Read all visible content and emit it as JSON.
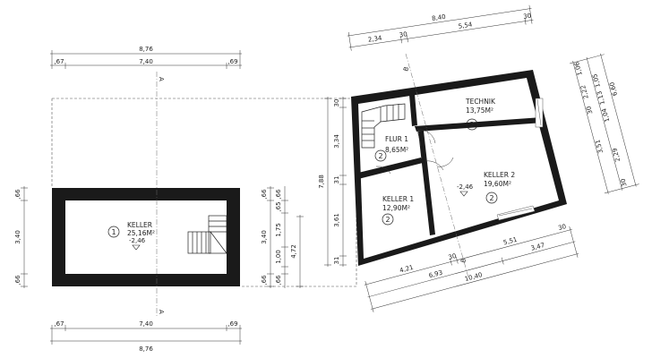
{
  "plan_left": {
    "top_dims": {
      "total": "8,76",
      "left": ",67",
      "middle": "7,40",
      "right": ",69"
    },
    "bottom_dims": {
      "total": "8,76",
      "left": ",67",
      "middle": "7,40",
      "right": ",69"
    },
    "left_dims": {
      "top": ",66",
      "middle": "3,40",
      "bottom": ",66"
    },
    "right_dims": {
      "a": ",66",
      "b": "3,40",
      "c": ",66",
      "d": ",65",
      "e": "1,75",
      "f": "1,00",
      "g": ",66",
      "total": "4,72"
    },
    "room": {
      "number": "1",
      "name": "KELLER",
      "area": "25,16M²",
      "level": "-2,46"
    },
    "section_top": "A",
    "section_bottom": "A"
  },
  "plan_right": {
    "top_dims": {
      "total": "8,40",
      "a": "2,34",
      "b": "30",
      "c": "5,54",
      "d": "30"
    },
    "right_dims": {
      "a": "1,06",
      "b": "2,22",
      "c": "1,05",
      "d": "1,13",
      "e": "1,04",
      "f": "30",
      "g": "6,60",
      "h": "3,51",
      "i": "2,29",
      "j": "30"
    },
    "left_dims": {
      "total": "7,88",
      "a": "30",
      "b": "3,34",
      "c": "31",
      "d": "3,61",
      "e": "31"
    },
    "bottom_dims": {
      "a": "4,21",
      "b": "30",
      "c": "5,51",
      "d": "30",
      "e": "6,93",
      "f": "3,47",
      "g": "10,40"
    },
    "rooms": [
      {
        "number": "2",
        "name": "TECHNIK",
        "area": "13,75M²"
      },
      {
        "number": "2",
        "name": "FLUR 1",
        "area": "8,65M²"
      },
      {
        "number": "2",
        "name": "KELLER 1",
        "area": "12,90M²"
      },
      {
        "number": "2",
        "name": "KELLER 2",
        "area": "19,60M²",
        "level": "-2,46"
      }
    ],
    "section_top": "B",
    "section_bottom": "B"
  },
  "colors": {
    "wall": "#1a1a1a",
    "line": "#333333"
  }
}
